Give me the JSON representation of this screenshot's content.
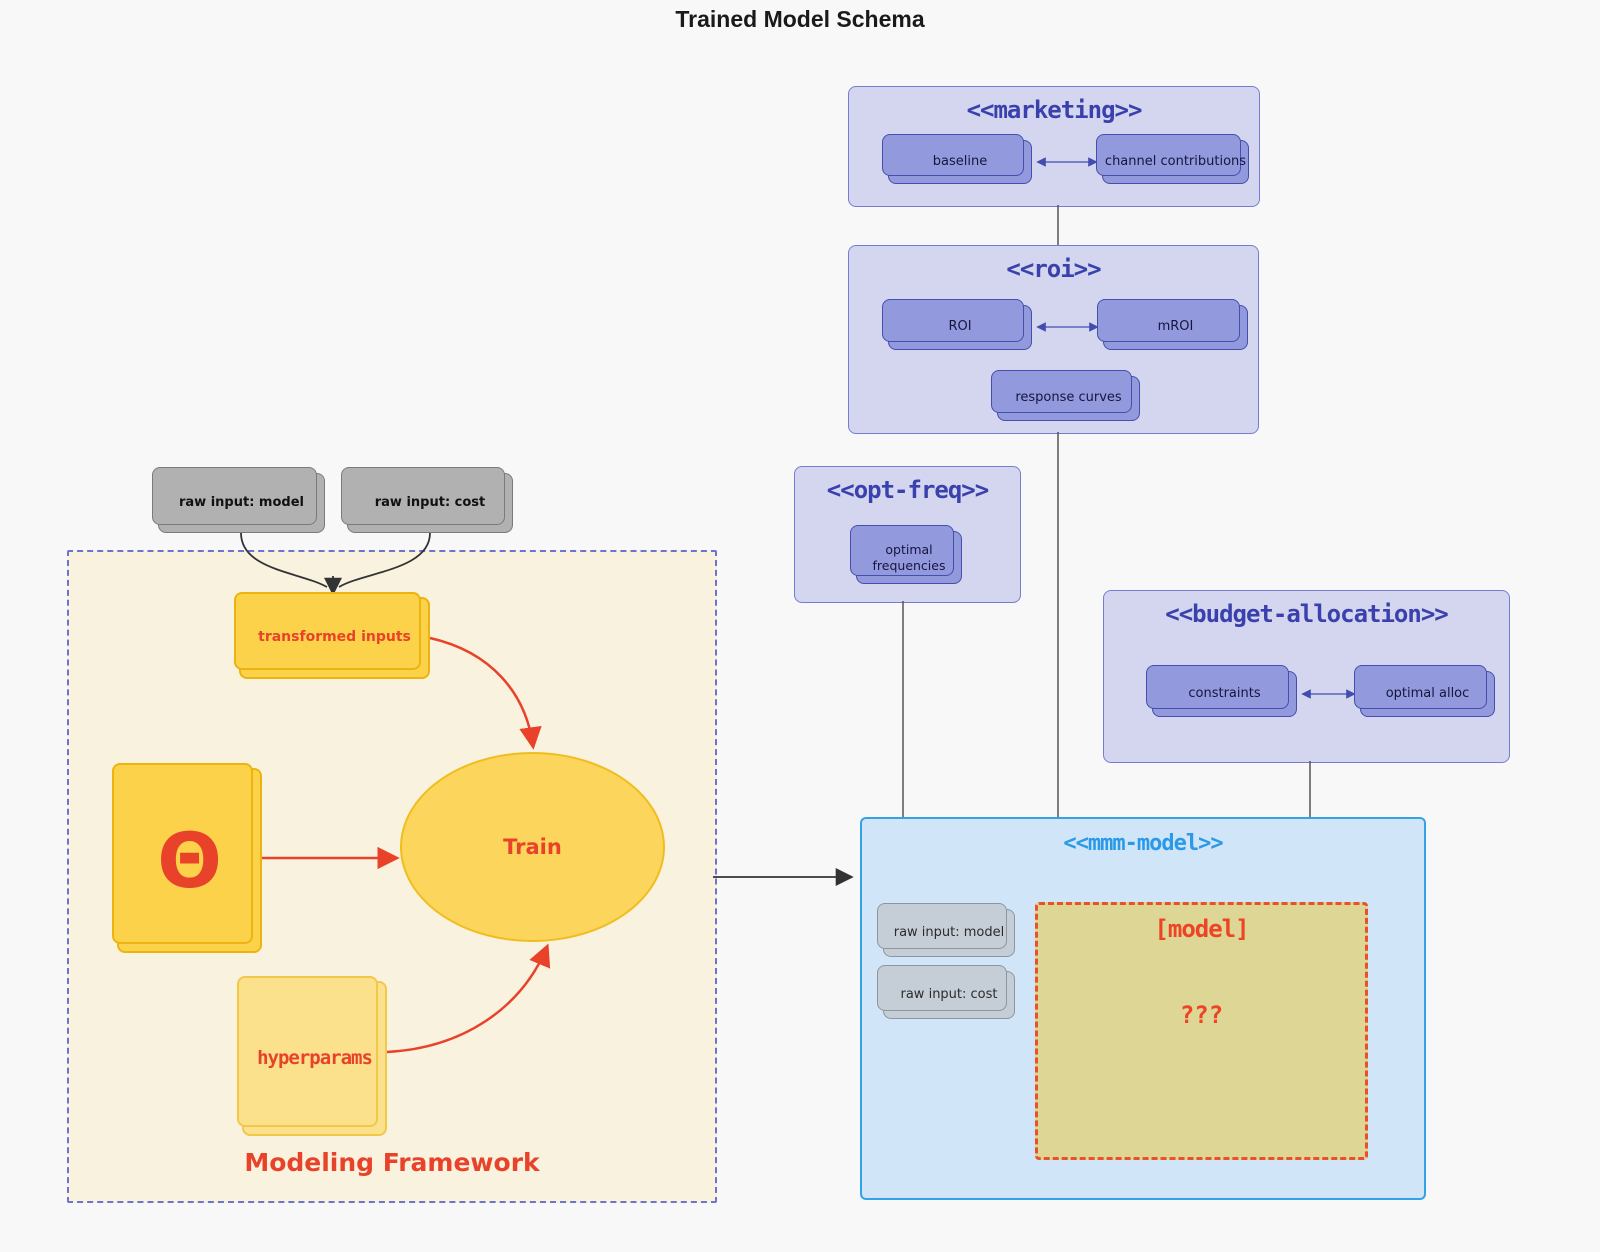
{
  "diagram_title": "Trained Model Schema",
  "groups": {
    "marketing": {
      "title": "<<marketing>>",
      "baseline": "baseline",
      "channel_contributions": "channel contributions"
    },
    "roi": {
      "title": "<<roi>>",
      "roi": "ROI",
      "mroi": "mROI",
      "response_curves": "response curves"
    },
    "opt_freq": {
      "title": "<<opt-freq>>",
      "optimal_frequencies": "optimal frequencies"
    },
    "budget_allocation": {
      "title": "<<budget-allocation>>",
      "constraints": "constraints",
      "optimal_alloc": "optimal alloc"
    },
    "mmm_model": {
      "title": "<<mmm-model>>",
      "raw_input_model": "raw input: model",
      "raw_input_cost": "raw input: cost",
      "model_label": "[model]",
      "model_placeholder": "???"
    },
    "modeling_framework": {
      "label": "Modeling Framework",
      "transformed_inputs": "transformed inputs",
      "theta": "Θ",
      "train": "Train",
      "hyperparams": "hyperparams"
    }
  },
  "inputs": {
    "raw_input_model": "raw input: model",
    "raw_input_cost": "raw input: cost"
  },
  "colors": {
    "background": "#f8f8f9",
    "group_fill": "#d3d6ee",
    "group_border": "#767dd0",
    "group_title": "#3a41ad",
    "node_fill": "#9299dd",
    "node_border": "#444fae",
    "mmm_fill": "#d0e5f7",
    "mmm_border": "#35a2e8",
    "mmm_title": "#2a9ae8",
    "gray_fill": "#b1b1b1",
    "gray_inner_fill": "#c5ced7",
    "yellow_fill": "#fcd24b",
    "yellow_light_fill": "#fbe18c",
    "cream_fill": "#f9f2df",
    "khaki_fill": "#ddd695",
    "red": "#ee4426",
    "line": "#555555"
  }
}
